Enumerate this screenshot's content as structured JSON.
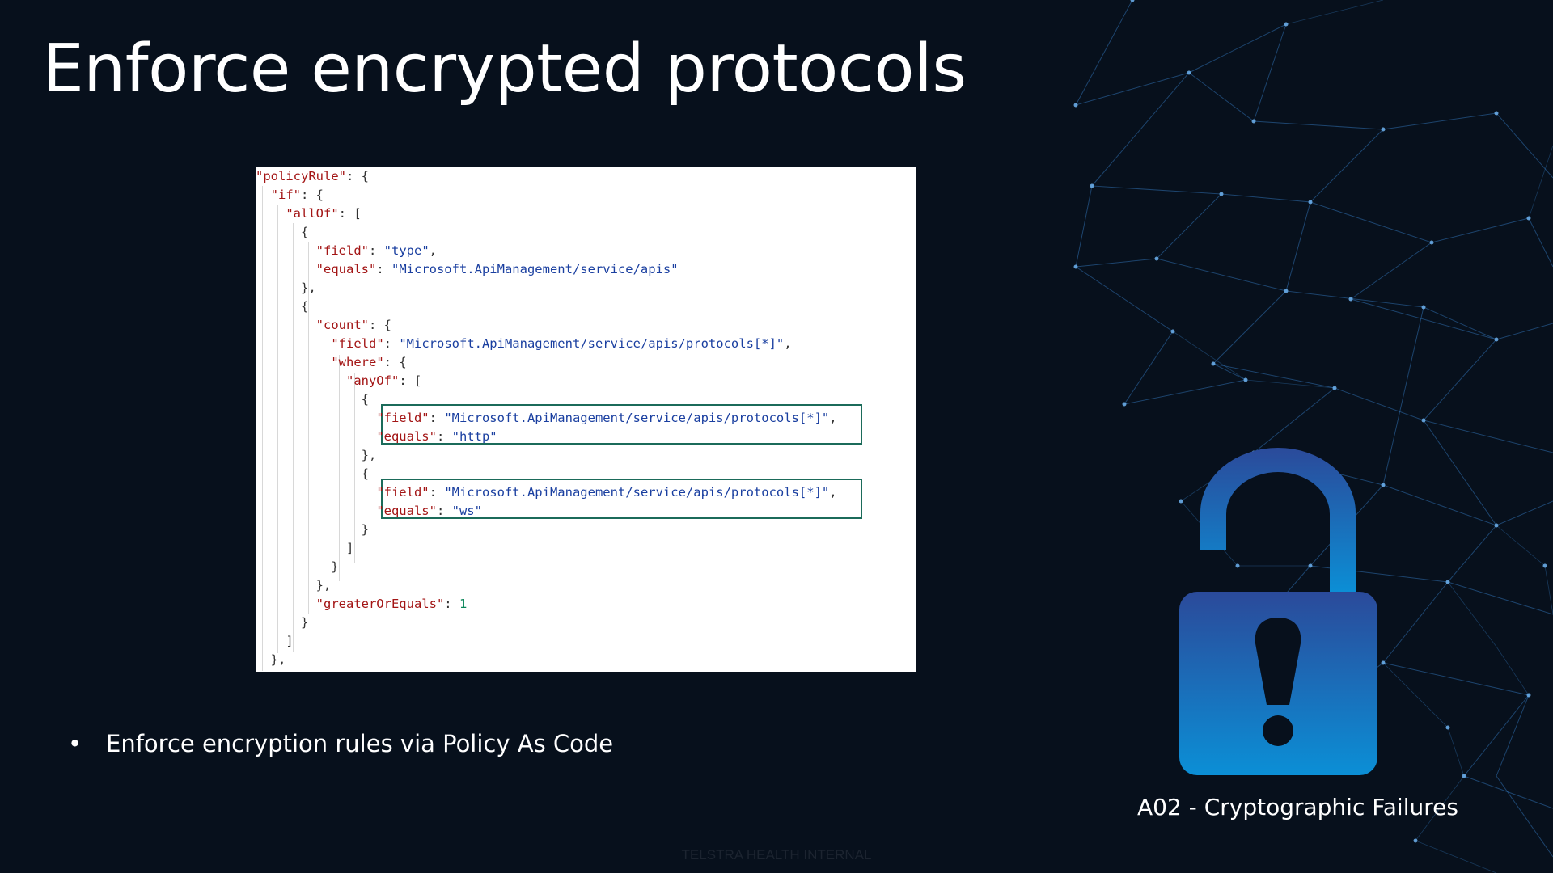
{
  "slide": {
    "title": "Enforce encrypted protocols",
    "bullet": "Enforce encryption rules via Policy As Code",
    "lock_caption": "A02 - Cryptographic Failures",
    "footer": "TELSTRA HEALTH INTERNAL"
  },
  "icons": {
    "background": "network-graph-icon",
    "lock": "unlocked-padlock-icon",
    "bullet": "bullet-dot-icon"
  },
  "colors": {
    "background": "#07101c",
    "lock_top": "#2b4a9a",
    "lock_bottom": "#0b8fd6",
    "highlight_border": "#1b6b5a",
    "json_key": "#a31515",
    "json_string": "#1a3fa0",
    "json_number": "#098658"
  },
  "code": {
    "lines": [
      "\"policyRule\": {",
      "  \"if\": {",
      "    \"allOf\": [",
      "      {",
      "        \"field\": \"type\",",
      "        \"equals\": \"Microsoft.ApiManagement/service/apis\"",
      "      },",
      "      {",
      "        \"count\": {",
      "          \"field\": \"Microsoft.ApiManagement/service/apis/protocols[*]\",",
      "          \"where\": {",
      "            \"anyOf\": [",
      "              {",
      "                \"field\": \"Microsoft.ApiManagement/service/apis/protocols[*]\",",
      "                \"equals\": \"http\"",
      "              },",
      "              {",
      "                \"field\": \"Microsoft.ApiManagement/service/apis/protocols[*]\",",
      "                \"equals\": \"ws\"",
      "              }",
      "            ]",
      "          }",
      "        },",
      "        \"greaterOrEquals\": 1",
      "      }",
      "    ]",
      "  },"
    ]
  }
}
